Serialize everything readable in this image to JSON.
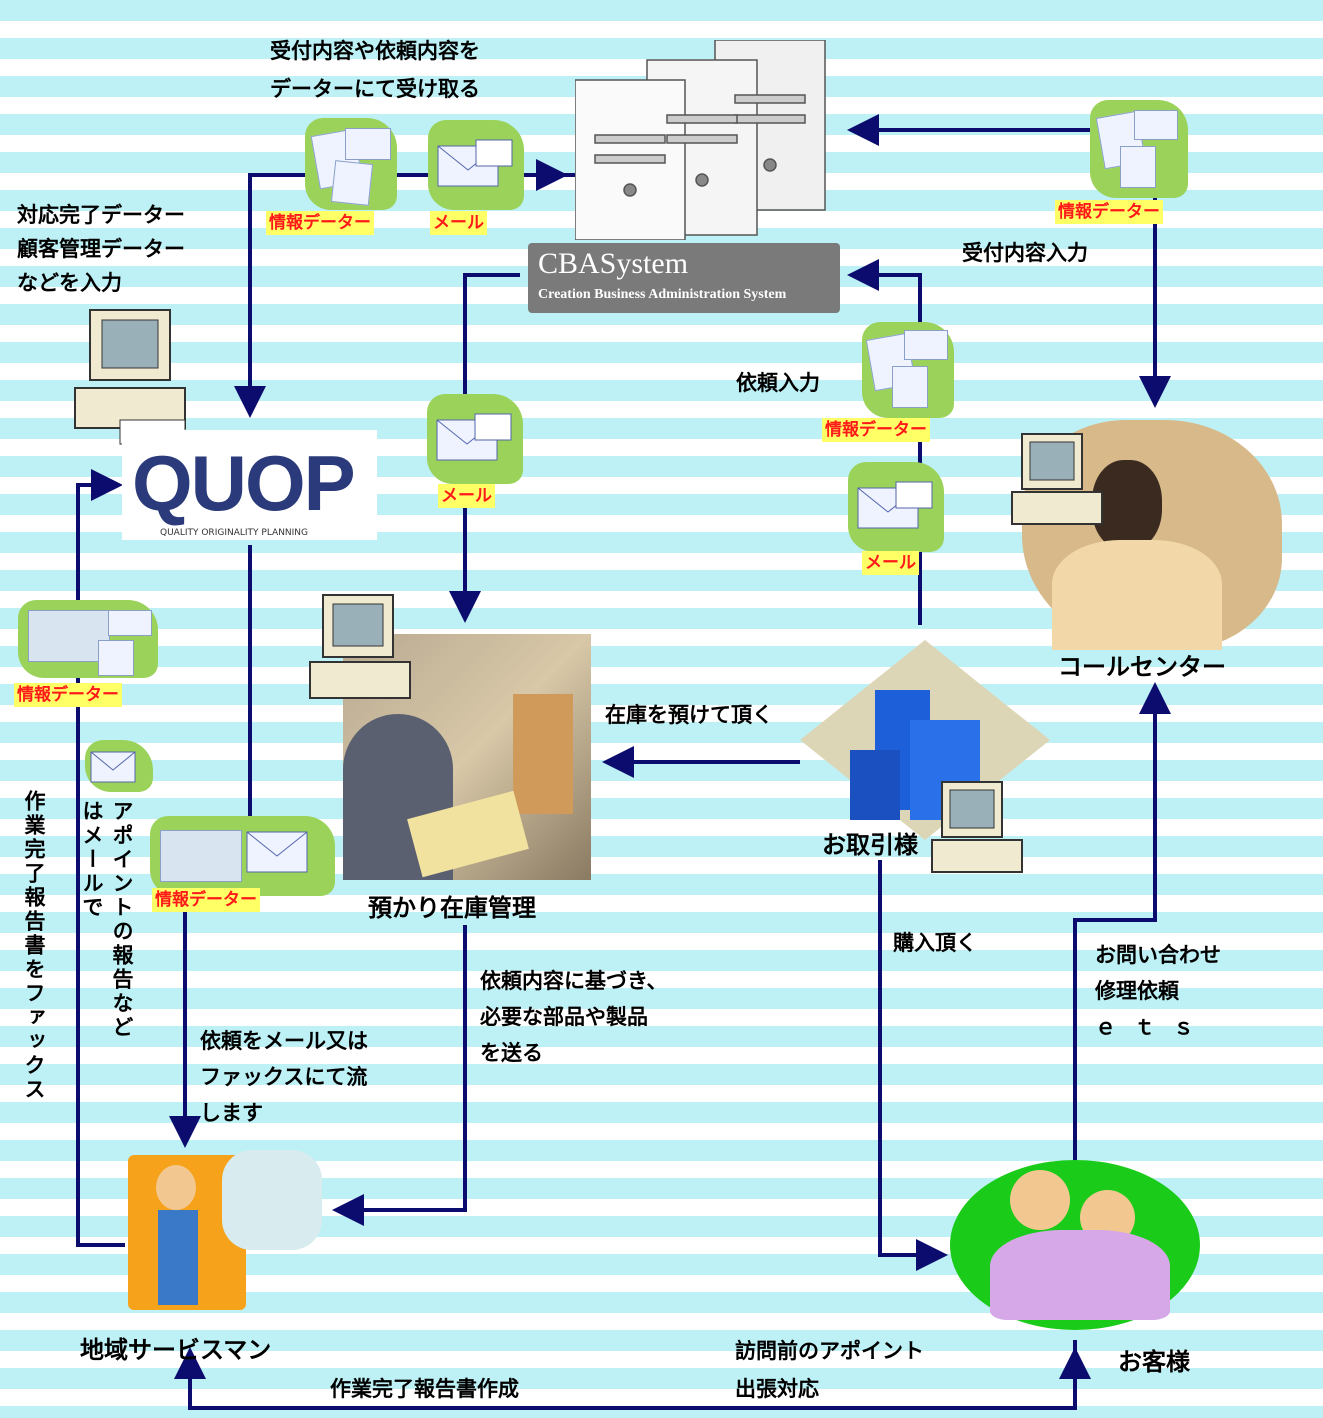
{
  "labels": {
    "top_receive": [
      "受付内容や依頼内容を",
      "データーにて受け取る"
    ],
    "input_complete": [
      "対応完了データー",
      "顧客管理データー",
      "などを入力"
    ],
    "reception_input": "受付内容入力",
    "request_input": "依頼入力",
    "stock_deposit": "在庫を預けて頂く",
    "purchase": "購入頂く",
    "inquiry": [
      "お問い合わせ",
      "修理依頼",
      "ｅｔｓ"
    ],
    "request_mail_fax": [
      "依頼をメール又は",
      "ファックスにて流",
      "します"
    ],
    "send_parts": [
      "依頼内容に基づき、",
      "必要な部品や製品",
      "を送る"
    ],
    "work_report_fax": "作業完了報告書をファックス",
    "appointment_report": [
      "アポイントの報告など",
      "はメールで"
    ],
    "report_creation": "作業完了報告書作成",
    "visit_appointment": [
      "訪問前のアポイント",
      "出張対応"
    ]
  },
  "tags": {
    "info_data": "情報データー",
    "mail": "メール"
  },
  "nodes": {
    "call_center": "コールセンター",
    "stock_management": "預かり在庫管理",
    "client_company": "お取引様",
    "service_man": "地域サービスマン",
    "customer": "お客様"
  },
  "cba": {
    "title": "CBASystem",
    "subtitle": "Creation Business Administration System"
  },
  "quop": {
    "logo_text": "QUOP",
    "subtitle": "QUALITY ORIGINALITY PLANNING"
  },
  "colors": {
    "arrow": "#0c0c6e",
    "tag_bg": "#ffff66",
    "tag_text": "#ff1a1a",
    "stripe": "#bdf1f6"
  }
}
